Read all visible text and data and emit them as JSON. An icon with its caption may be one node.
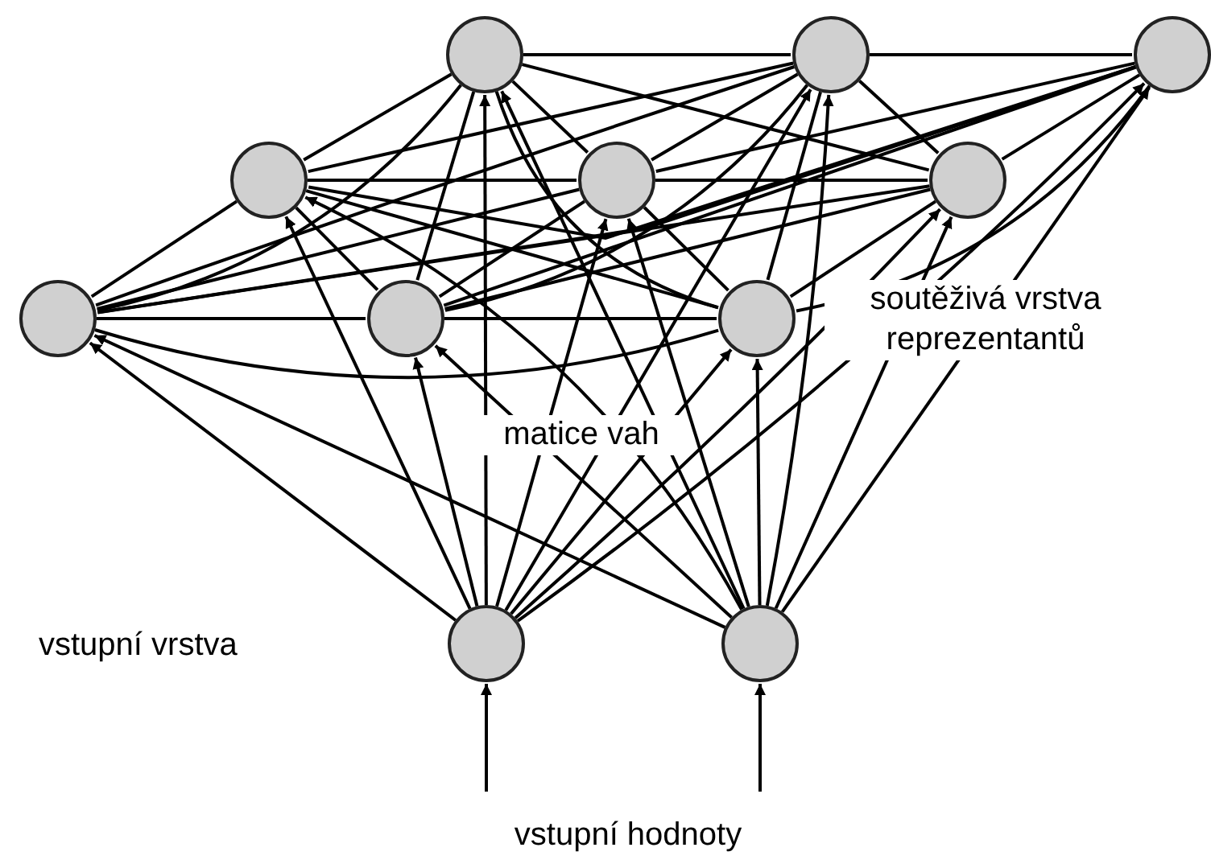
{
  "diagram": {
    "nodes": [
      {
        "text": [],
        "shape": "circle"
      },
      {
        "text": [],
        "shape": "circle"
      },
      {
        "text": [],
        "shape": "circle"
      },
      {
        "text": [],
        "shape": "circle"
      },
      {
        "text": [],
        "shape": "circle"
      },
      {
        "text": [],
        "shape": "circle"
      },
      {
        "text": [],
        "shape": "circle"
      },
      {
        "text": [],
        "shape": "circle"
      },
      {
        "text": [],
        "shape": "circle"
      },
      {
        "text": [],
        "shape": "circle"
      },
      {
        "text": [],
        "shape": "circle"
      }
    ],
    "edges": [
      {
        "from": 0,
        "to": 1,
        "arrow": "none"
      },
      {
        "from": 0,
        "to": 3,
        "arrow": "none"
      },
      {
        "from": 0,
        "to": 4,
        "arrow": "none"
      },
      {
        "from": 0,
        "to": 5,
        "arrow": "none"
      },
      {
        "from": 0,
        "to": 6,
        "arrow": "none"
      },
      {
        "from": 0,
        "to": 7,
        "arrow": "none"
      },
      {
        "from": 0,
        "to": 8,
        "arrow": "none"
      },
      {
        "from": 1,
        "to": 2,
        "arrow": "none"
      },
      {
        "from": 1,
        "to": 3,
        "arrow": "none"
      },
      {
        "from": 1,
        "to": 4,
        "arrow": "none"
      },
      {
        "from": 1,
        "to": 5,
        "arrow": "none"
      },
      {
        "from": 1,
        "to": 6,
        "arrow": "none"
      },
      {
        "from": 1,
        "to": 7,
        "arrow": "none"
      },
      {
        "from": 1,
        "to": 8,
        "arrow": "none"
      },
      {
        "from": 2,
        "to": 3,
        "arrow": "none"
      },
      {
        "from": 2,
        "to": 4,
        "arrow": "none"
      },
      {
        "from": 2,
        "to": 5,
        "arrow": "none"
      },
      {
        "from": 2,
        "to": 6,
        "arrow": "none"
      },
      {
        "from": 2,
        "to": 7,
        "arrow": "none"
      },
      {
        "from": 2,
        "to": 8,
        "arrow": "none"
      },
      {
        "from": 3,
        "to": 4,
        "arrow": "none"
      },
      {
        "from": 3,
        "to": 6,
        "arrow": "none"
      },
      {
        "from": 3,
        "to": 7,
        "arrow": "none"
      },
      {
        "from": 3,
        "to": 8,
        "arrow": "none"
      },
      {
        "from": 4,
        "to": 5,
        "arrow": "none"
      },
      {
        "from": 4,
        "to": 6,
        "arrow": "none"
      },
      {
        "from": 4,
        "to": 7,
        "arrow": "none"
      },
      {
        "from": 4,
        "to": 8,
        "arrow": "none"
      },
      {
        "from": 5,
        "to": 6,
        "arrow": "none"
      },
      {
        "from": 5,
        "to": 7,
        "arrow": "none"
      },
      {
        "from": 5,
        "to": 8,
        "arrow": "none"
      },
      {
        "from": 6,
        "to": 7,
        "arrow": "none"
      },
      {
        "from": 6,
        "to": 8,
        "arrow": "none"
      },
      {
        "from": 7,
        "to": 8,
        "arrow": "none"
      },
      {
        "from": 9,
        "to": 0,
        "arrow": "to"
      },
      {
        "from": 9,
        "to": 1,
        "arrow": "to"
      },
      {
        "from": 9,
        "to": 2,
        "arrow": "to"
      },
      {
        "from": 9,
        "to": 3,
        "arrow": "to"
      },
      {
        "from": 9,
        "to": 4,
        "arrow": "to"
      },
      {
        "from": 9,
        "to": 5,
        "arrow": "to"
      },
      {
        "from": 9,
        "to": 6,
        "arrow": "to"
      },
      {
        "from": 9,
        "to": 7,
        "arrow": "to"
      },
      {
        "from": 9,
        "to": 8,
        "arrow": "to"
      },
      {
        "from": 10,
        "to": 0,
        "arrow": "to"
      },
      {
        "from": 10,
        "to": 1,
        "arrow": "to"
      },
      {
        "from": 10,
        "to": 2,
        "arrow": "to"
      },
      {
        "from": 10,
        "to": 3,
        "arrow": "to"
      },
      {
        "from": 10,
        "to": 4,
        "arrow": "to"
      },
      {
        "from": 10,
        "to": 5,
        "arrow": "to"
      },
      {
        "from": 10,
        "to": 6,
        "arrow": "to"
      },
      {
        "from": 10,
        "to": 7,
        "arrow": "to"
      },
      {
        "from": 10,
        "to": 8,
        "arrow": "to"
      },
      {
        "from": null,
        "to": 9,
        "arrow": "to"
      },
      {
        "from": null,
        "to": 10,
        "arrow": "to"
      }
    ],
    "labels": [
      "soutěživá vrstva reprezentantů",
      "matice vah",
      "vstupní vrstva",
      "vstupní hodnoty"
    ]
  }
}
